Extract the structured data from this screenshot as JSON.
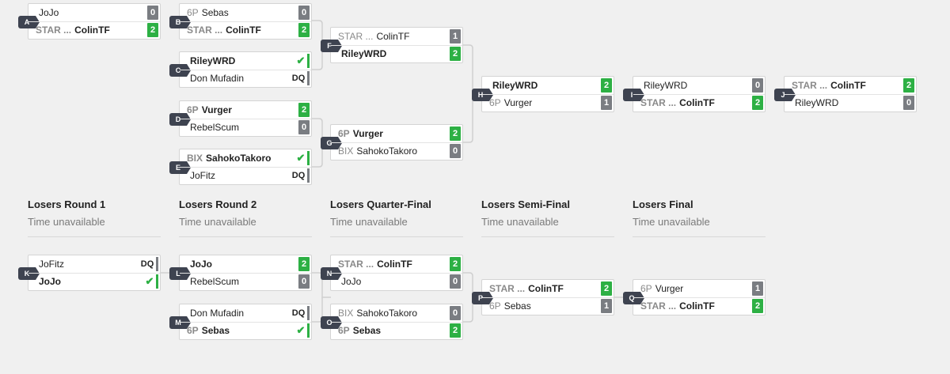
{
  "losers_rounds": [
    {
      "title": "Losers Round 1",
      "time": "Time unavailable"
    },
    {
      "title": "Losers Round 2",
      "time": "Time unavailable"
    },
    {
      "title": "Losers Quarter-Final",
      "time": "Time unavailable"
    },
    {
      "title": "Losers Semi-Final",
      "time": "Time unavailable"
    },
    {
      "title": "Losers Final",
      "time": "Time unavailable"
    }
  ],
  "matches": {
    "A": {
      "label": "A",
      "p1": {
        "prefix": "",
        "name": "JoJo",
        "score": "0"
      },
      "p2": {
        "prefix": "STAR ...",
        "name": "ColinTF",
        "score": "2"
      }
    },
    "B": {
      "label": "B",
      "p1": {
        "prefix": "6P",
        "name": "Sebas",
        "score": "0"
      },
      "p2": {
        "prefix": "STAR ...",
        "name": "ColinTF",
        "score": "2"
      }
    },
    "C": {
      "label": "C",
      "p1": {
        "prefix": "",
        "name": "RileyWRD",
        "score": "✔"
      },
      "p2": {
        "prefix": "",
        "name": "Don Mufadin",
        "score": "DQ"
      }
    },
    "D": {
      "label": "D",
      "p1": {
        "prefix": "6P",
        "name": "Vurger",
        "score": "2"
      },
      "p2": {
        "prefix": "",
        "name": "RebelScum",
        "score": "0"
      }
    },
    "E": {
      "label": "E",
      "p1": {
        "prefix": "BIX",
        "name": "SahokoTakoro",
        "score": "✔"
      },
      "p2": {
        "prefix": "",
        "name": "JoFitz",
        "score": "DQ"
      }
    },
    "F": {
      "label": "F",
      "p1": {
        "prefix": "STAR ...",
        "name": "ColinTF",
        "score": "1"
      },
      "p2": {
        "prefix": "",
        "name": "RileyWRD",
        "score": "2"
      }
    },
    "G": {
      "label": "G",
      "p1": {
        "prefix": "6P",
        "name": "Vurger",
        "score": "2"
      },
      "p2": {
        "prefix": "BIX",
        "name": "SahokoTakoro",
        "score": "0"
      }
    },
    "H": {
      "label": "H",
      "p1": {
        "prefix": "",
        "name": "RileyWRD",
        "score": "2"
      },
      "p2": {
        "prefix": "6P",
        "name": "Vurger",
        "score": "1"
      }
    },
    "I": {
      "label": "I",
      "p1": {
        "prefix": "",
        "name": "RileyWRD",
        "score": "0"
      },
      "p2": {
        "prefix": "STAR ...",
        "name": "ColinTF",
        "score": "2"
      }
    },
    "J": {
      "label": "J",
      "p1": {
        "prefix": "STAR ...",
        "name": "ColinTF",
        "score": "2"
      },
      "p2": {
        "prefix": "",
        "name": "RileyWRD",
        "score": "0"
      }
    },
    "K": {
      "label": "K",
      "p1": {
        "prefix": "",
        "name": "JoFitz",
        "score": "DQ"
      },
      "p2": {
        "prefix": "",
        "name": "JoJo",
        "score": "✔"
      }
    },
    "L": {
      "label": "L",
      "p1": {
        "prefix": "",
        "name": "JoJo",
        "score": "2"
      },
      "p2": {
        "prefix": "",
        "name": "RebelScum",
        "score": "0"
      }
    },
    "M": {
      "label": "M",
      "p1": {
        "prefix": "",
        "name": "Don Mufadin",
        "score": "DQ"
      },
      "p2": {
        "prefix": "6P",
        "name": "Sebas",
        "score": "✔"
      }
    },
    "N": {
      "label": "N",
      "p1": {
        "prefix": "STAR ...",
        "name": "ColinTF",
        "score": "2"
      },
      "p2": {
        "prefix": "",
        "name": "JoJo",
        "score": "0"
      }
    },
    "O": {
      "label": "O",
      "p1": {
        "prefix": "BIX",
        "name": "SahokoTakoro",
        "score": "0"
      },
      "p2": {
        "prefix": "6P",
        "name": "Sebas",
        "score": "2"
      }
    },
    "P": {
      "label": "P",
      "p1": {
        "prefix": "STAR ...",
        "name": "ColinTF",
        "score": "2"
      },
      "p2": {
        "prefix": "6P",
        "name": "Sebas",
        "score": "1"
      }
    },
    "Q": {
      "label": "Q",
      "p1": {
        "prefix": "6P",
        "name": "Vurger",
        "score": "1"
      },
      "p2": {
        "prefix": "STAR ...",
        "name": "ColinTF",
        "score": "2"
      }
    }
  },
  "colors": {
    "win": "#2db044",
    "lose": "#7a7d82",
    "label_bg": "#3e4350"
  }
}
